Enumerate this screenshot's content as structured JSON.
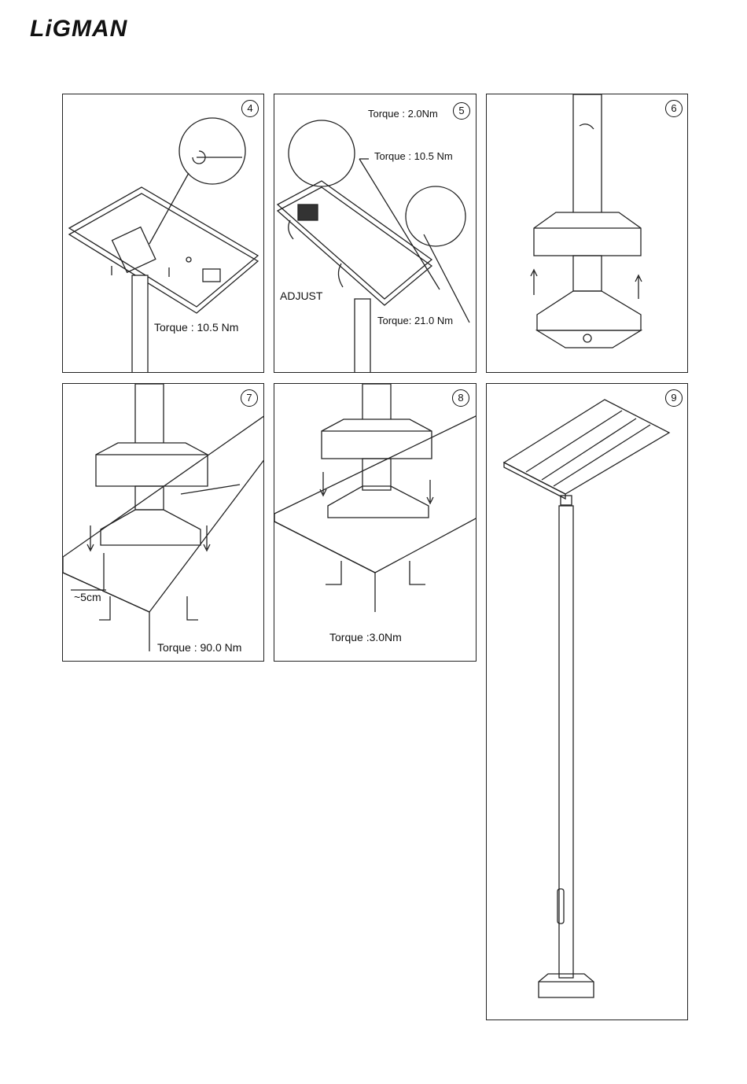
{
  "brand": {
    "logo": "LiGMAN"
  },
  "steps": {
    "s4": {
      "number": "4",
      "torque": "Torque : 10.5 Nm"
    },
    "s5": {
      "number": "5",
      "torque_a": "Torque : 2.0Nm",
      "torque_b": "Torque : 10.5 Nm",
      "adjust": "ADJUST",
      "torque_c": "Torque: 21.0 Nm"
    },
    "s6": {
      "number": "6"
    },
    "s7": {
      "number": "7",
      "depth": "~5cm",
      "torque": "Torque : 90.0 Nm"
    },
    "s8": {
      "number": "8",
      "torque": "Torque :3.0Nm"
    },
    "s9": {
      "number": "9"
    }
  }
}
